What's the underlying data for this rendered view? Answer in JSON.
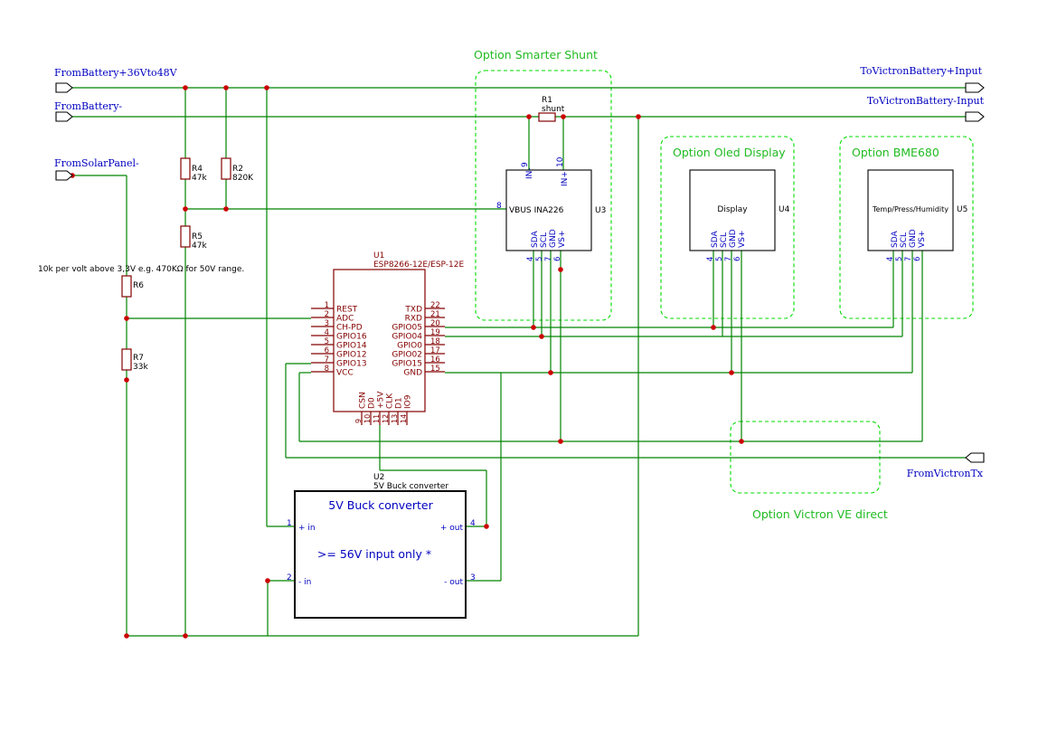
{
  "ports": {
    "battery_plus": "FromBattery+36Vto48V",
    "battery_minus": "FromBattery-",
    "solar_minus": "FromSolarPanel-",
    "victron_plus": "ToVictronBattery+Input",
    "victron_minus": "ToVictronBattery-Input",
    "victron_tx": "FromVictronTx"
  },
  "options": {
    "smarter_shunt": "Option Smarter Shunt",
    "oled": "Option Oled Display",
    "bme680": "Option BME680",
    "victron_ve": "Option Victron VE direct"
  },
  "resistors": {
    "r1_ref": "R1",
    "r1_val": "shunt",
    "r2_ref": "R2",
    "r2_val": "820K",
    "r4_ref": "R4",
    "r4_val": "47k",
    "r5_ref": "R5",
    "r5_val": "47k",
    "r6_ref": "R6",
    "r7_ref": "R7",
    "r7_val": "33k"
  },
  "note": "10k per volt above 3,3V e.g. 470KΩ for 50V range.",
  "u1": {
    "ref": "U1",
    "name": "ESP8266-12E/ESP-12E",
    "left_pins": [
      {
        "num": "1",
        "name": "REST"
      },
      {
        "num": "2",
        "name": "ADC"
      },
      {
        "num": "3",
        "name": "CH-PD"
      },
      {
        "num": "4",
        "name": "GPIO16"
      },
      {
        "num": "5",
        "name": "GPIO14"
      },
      {
        "num": "6",
        "name": "GPIO12"
      },
      {
        "num": "7",
        "name": "GPIO13"
      },
      {
        "num": "8",
        "name": "VCC"
      }
    ],
    "right_pins": [
      {
        "num": "22",
        "name": "TXD"
      },
      {
        "num": "21",
        "name": "RXD"
      },
      {
        "num": "20",
        "name": "GPIO05"
      },
      {
        "num": "19",
        "name": "GPIO04"
      },
      {
        "num": "18",
        "name": "GPIO0"
      },
      {
        "num": "17",
        "name": "GPIO02"
      },
      {
        "num": "16",
        "name": "GPIO15"
      },
      {
        "num": "15",
        "name": "GND"
      }
    ],
    "bottom_pins": [
      {
        "num": "9",
        "name": "CSN"
      },
      {
        "num": "10",
        "name": "D0"
      },
      {
        "num": "11",
        "name": "+5V"
      },
      {
        "num": "12",
        "name": "CLK"
      },
      {
        "num": "13",
        "name": "D1"
      },
      {
        "num": "14",
        "name": "IO9"
      }
    ]
  },
  "u2": {
    "ref": "U2",
    "name": "5V Buck converter",
    "title": "5V Buck converter",
    "note": ">= 56V input only *",
    "pins": [
      {
        "num": "1",
        "name": "+ in"
      },
      {
        "num": "2",
        "name": "- in"
      },
      {
        "num": "4",
        "name": "+ out"
      },
      {
        "num": "3",
        "name": "- out"
      }
    ]
  },
  "u3": {
    "ref": "U3",
    "name": "INA226",
    "vbus_num": "8",
    "vbus": "VBUS",
    "in_minus_num": "9",
    "in_minus": "IN-",
    "in_plus_num": "10",
    "in_plus": "IN+",
    "pins": [
      {
        "num": "4",
        "name": "SDA"
      },
      {
        "num": "5",
        "name": "SCL"
      },
      {
        "num": "7",
        "name": "GND"
      },
      {
        "num": "6",
        "name": "VS+"
      }
    ]
  },
  "u4": {
    "ref": "U4",
    "name": "Display",
    "pins": [
      {
        "num": "4",
        "name": "SDA"
      },
      {
        "num": "5",
        "name": "SCL"
      },
      {
        "num": "7",
        "name": "GND"
      },
      {
        "num": "6",
        "name": "VS+"
      }
    ]
  },
  "u5": {
    "ref": "U5",
    "name": "Temp/Press/Humidity",
    "pins": [
      {
        "num": "4",
        "name": "SDA"
      },
      {
        "num": "5",
        "name": "SCL"
      },
      {
        "num": "7",
        "name": "GND"
      },
      {
        "num": "6",
        "name": "VS+"
      }
    ]
  },
  "colors": {
    "wire": "#008400",
    "component": "#840000",
    "label": "#0000c0",
    "option": "#22bb22",
    "junction": "#cc0000"
  }
}
